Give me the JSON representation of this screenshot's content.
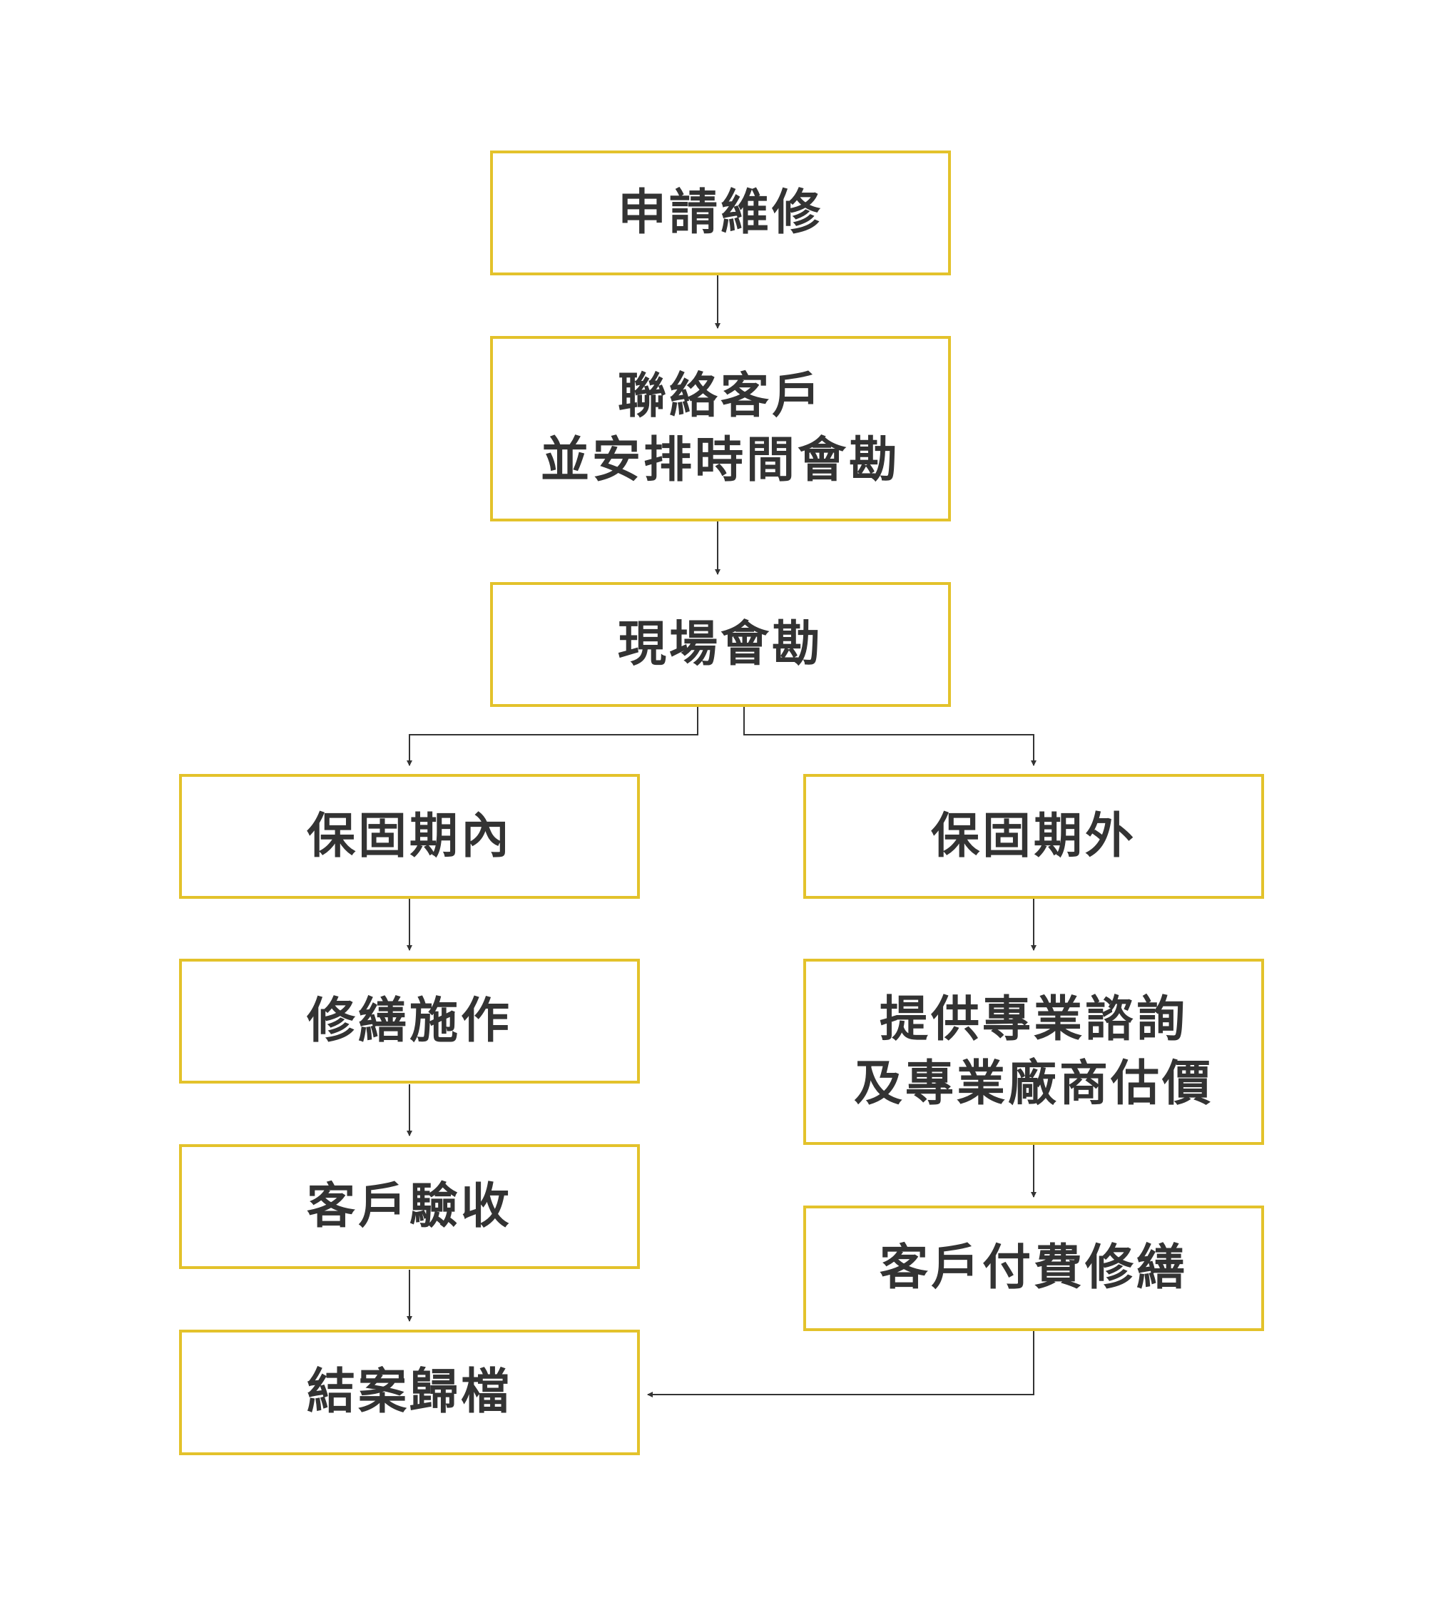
{
  "colors": {
    "box_border": "#e3c22b",
    "text": "#333333",
    "connector": "#333333",
    "background": "#ffffff"
  },
  "nodes": {
    "apply_repair": {
      "lines": [
        "申請維修"
      ]
    },
    "contact_customer": {
      "lines": [
        "聯絡客戶",
        "並安排時間會勘"
      ]
    },
    "site_survey": {
      "lines": [
        "現場會勘"
      ]
    },
    "within_warranty": {
      "lines": [
        "保固期內"
      ]
    },
    "out_of_warranty": {
      "lines": [
        "保固期外"
      ]
    },
    "repair_work": {
      "lines": [
        "修繕施作"
      ]
    },
    "consult_quote": {
      "lines": [
        "提供專業諮詢",
        "及專業廠商估價"
      ]
    },
    "customer_acceptance": {
      "lines": [
        "客戶驗收"
      ]
    },
    "paid_repair": {
      "lines": [
        "客戶付費修繕"
      ]
    },
    "close_archive": {
      "lines": [
        "結案歸檔"
      ]
    }
  }
}
